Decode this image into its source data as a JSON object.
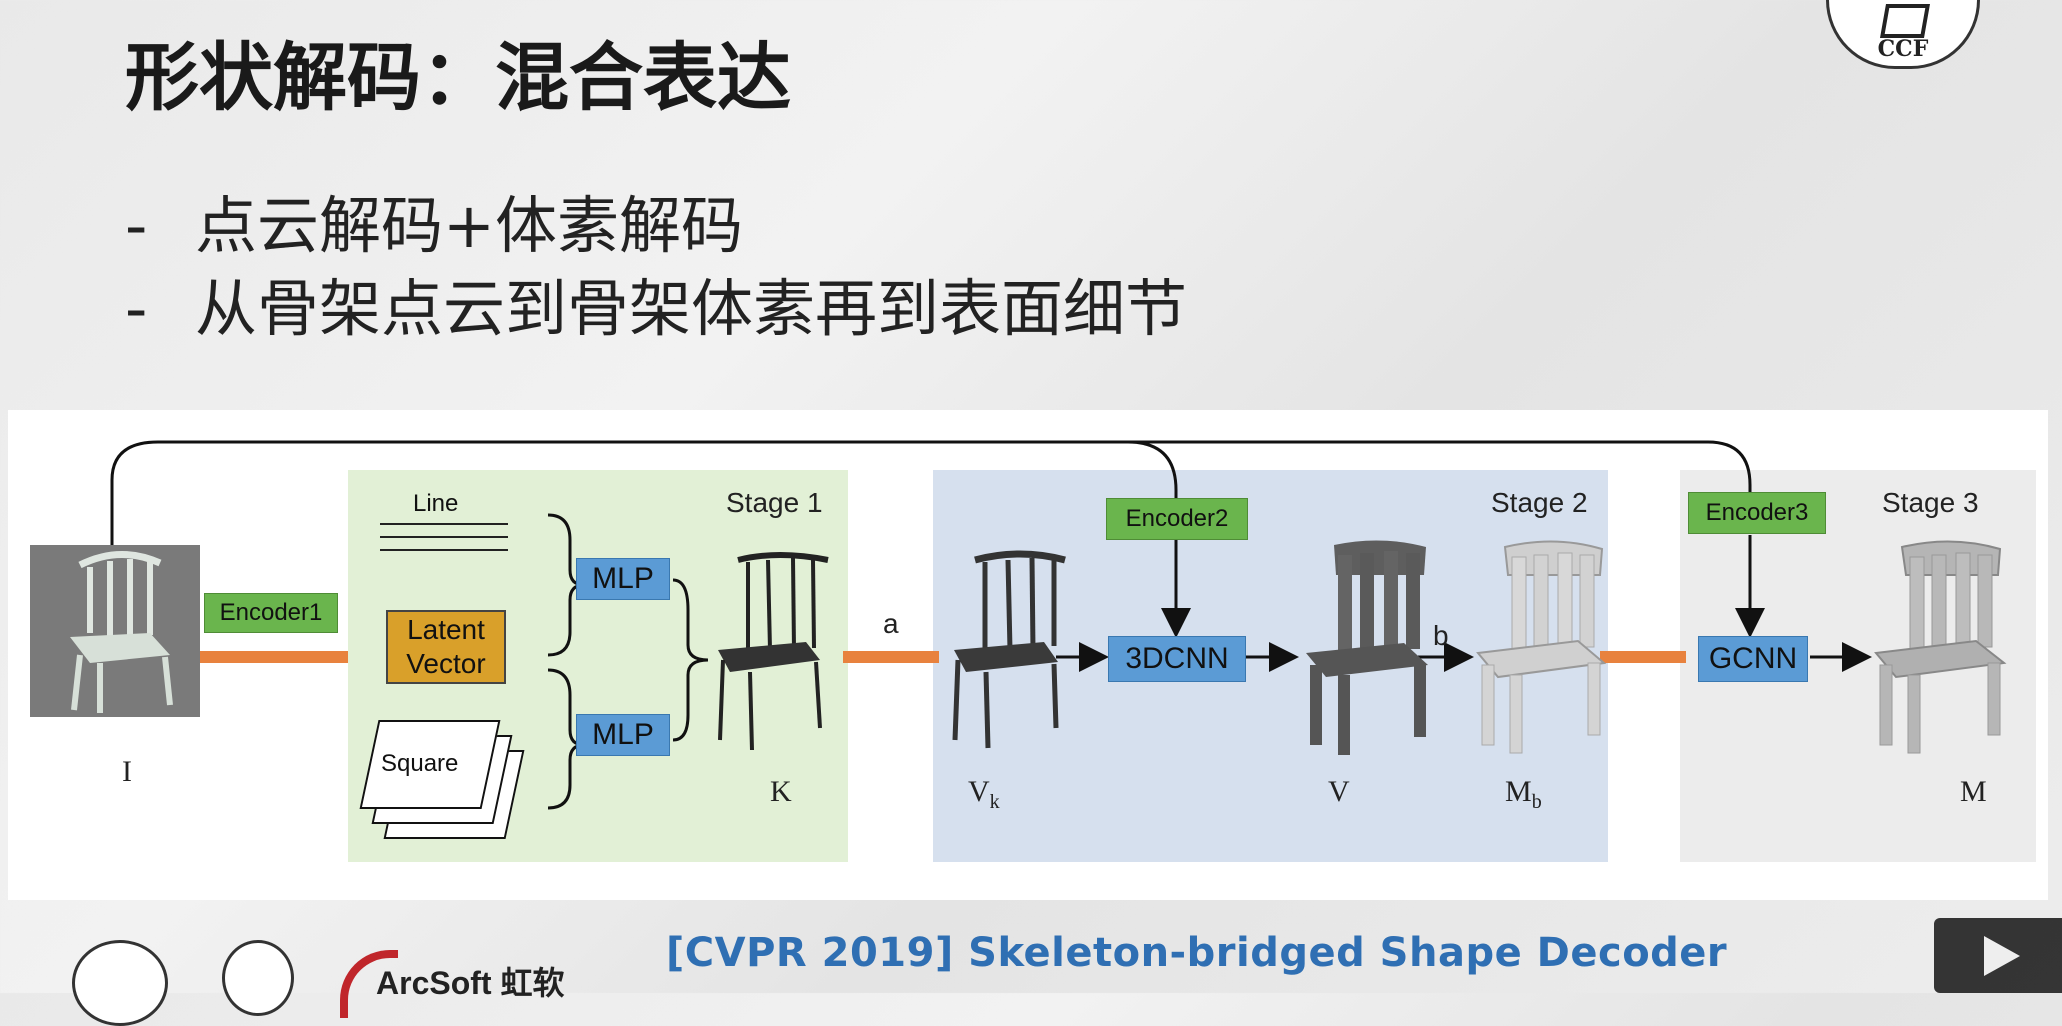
{
  "slide": {
    "title": "形状解码：混合表达",
    "bullets": [
      {
        "dash": "-",
        "text": "点云解码+体素解码"
      },
      {
        "dash": "-",
        "text": "从骨架点云到骨架体素再到表面细节"
      }
    ],
    "footer": "[CVPR 2019]  Skeleton-bridged Shape Decoder"
  },
  "logos": {
    "ccf": "CCF",
    "arcsoft": "ArcSoft 虹软"
  },
  "diagram": {
    "stage_labels": [
      "Stage 1",
      "Stage 2",
      "Stage 3"
    ],
    "encoders": [
      "Encoder1",
      "Encoder2",
      "Encoder3"
    ],
    "modules": {
      "mlp_top": "MLP",
      "mlp_bottom": "MLP",
      "cnn3d": "3DCNN",
      "gcnn": "GCNN"
    },
    "latent": [
      "Latent",
      "Vector"
    ],
    "line_label": "Line",
    "square_label": "Square",
    "edge_labels": {
      "a": "a",
      "b": "b"
    },
    "symbols": {
      "I": "I",
      "K": "K",
      "Vk_base": "V",
      "Vk_sub": "k",
      "V": "V",
      "Mb_base": "M",
      "Mb_sub": "b",
      "M": "M"
    }
  },
  "colors": {
    "stage1_bg": "#e2f0d6",
    "stage2_bg": "#d6e0ee",
    "stage3_bg": "#ececec",
    "encoder_green": "#6ab54d",
    "module_blue": "#5b9bd5",
    "latent_orange": "#d9a02a",
    "feature_line": "#e8823e",
    "footer_blue": "#2f6fb3"
  }
}
